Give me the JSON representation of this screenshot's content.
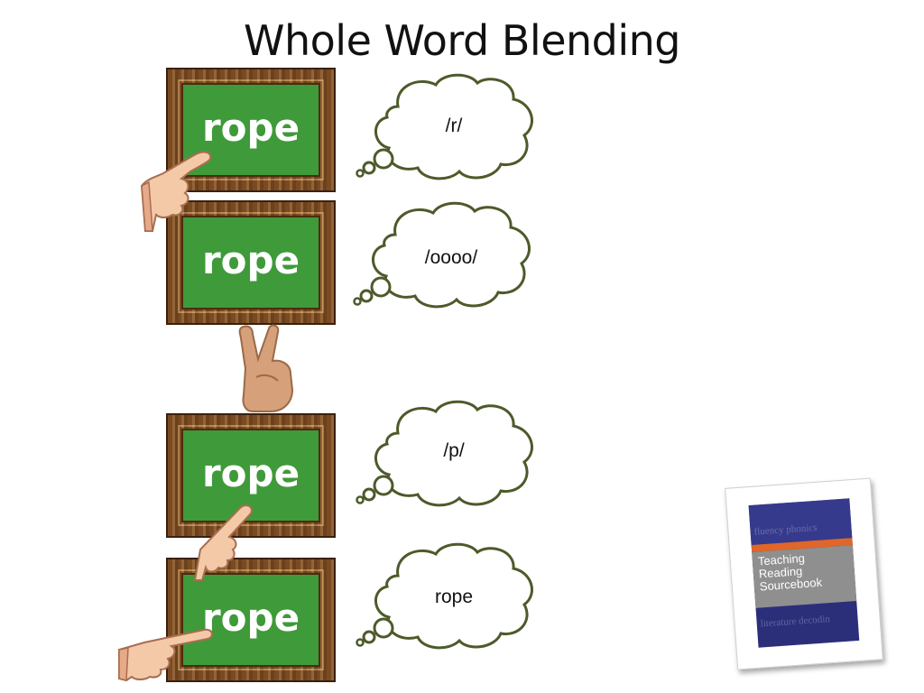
{
  "slide": {
    "title": "Whole Word Blending"
  },
  "boards": [
    {
      "word": "rope"
    },
    {
      "word": "rope"
    },
    {
      "word": "rope"
    },
    {
      "word": "rope"
    }
  ],
  "thoughts": [
    {
      "text": "/r/"
    },
    {
      "text": "/oooo/"
    },
    {
      "text": "/p/"
    },
    {
      "text": "rope"
    }
  ],
  "book": {
    "title": "Teaching Reading Sourcebook",
    "background_words_top": "fluency phonics",
    "background_words_bottom": "literature decodin"
  },
  "icons": [
    "pointing-hand-icon",
    "two-fingers-hand-icon",
    "thought-cloud-icon"
  ],
  "colors": {
    "board_green": "#3f9a3a",
    "frame_brown": "#7a4a22",
    "cloud_outline": "#4d5a2a"
  }
}
